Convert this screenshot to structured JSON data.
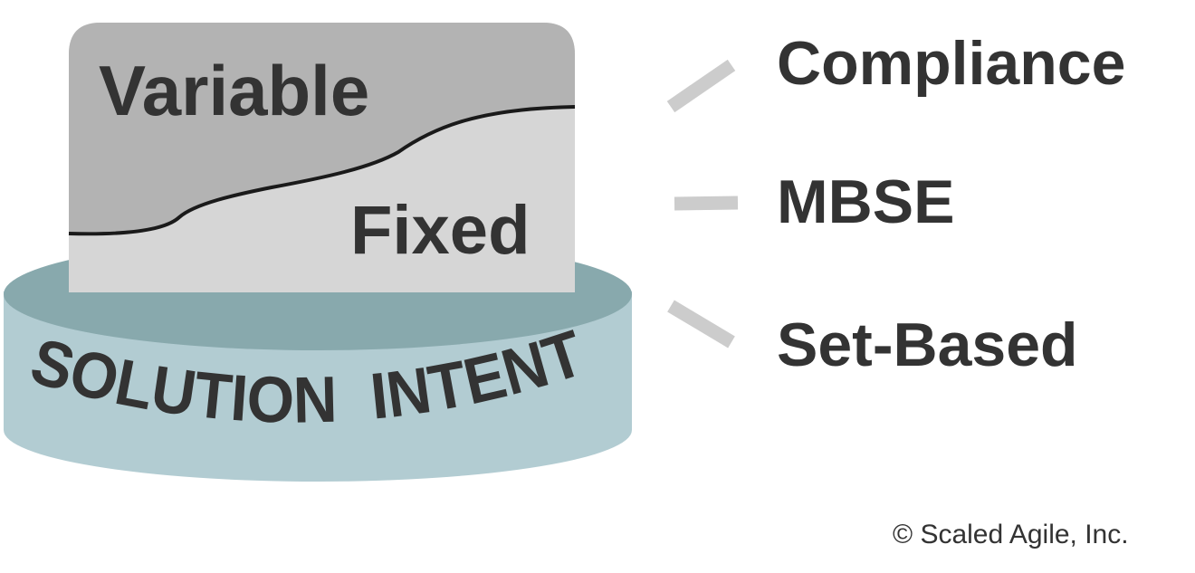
{
  "block": {
    "variable_label": "Variable",
    "fixed_label": "Fixed"
  },
  "base": {
    "label_word1": "SOLUTION",
    "label_word2": "INTENT"
  },
  "side_items": [
    {
      "label": "Compliance"
    },
    {
      "label": "MBSE"
    },
    {
      "label": "Set-Based"
    }
  ],
  "copyright": "© Scaled Agile, Inc.",
  "colors": {
    "variable_region": "#b3b3b3",
    "fixed_region": "#d6d6d6",
    "boundary_line": "#1a1a1a",
    "disc_top": "#88a9ad",
    "disc_side": "#b2ccd2",
    "connector": "#cccccc",
    "text": "#333333"
  }
}
